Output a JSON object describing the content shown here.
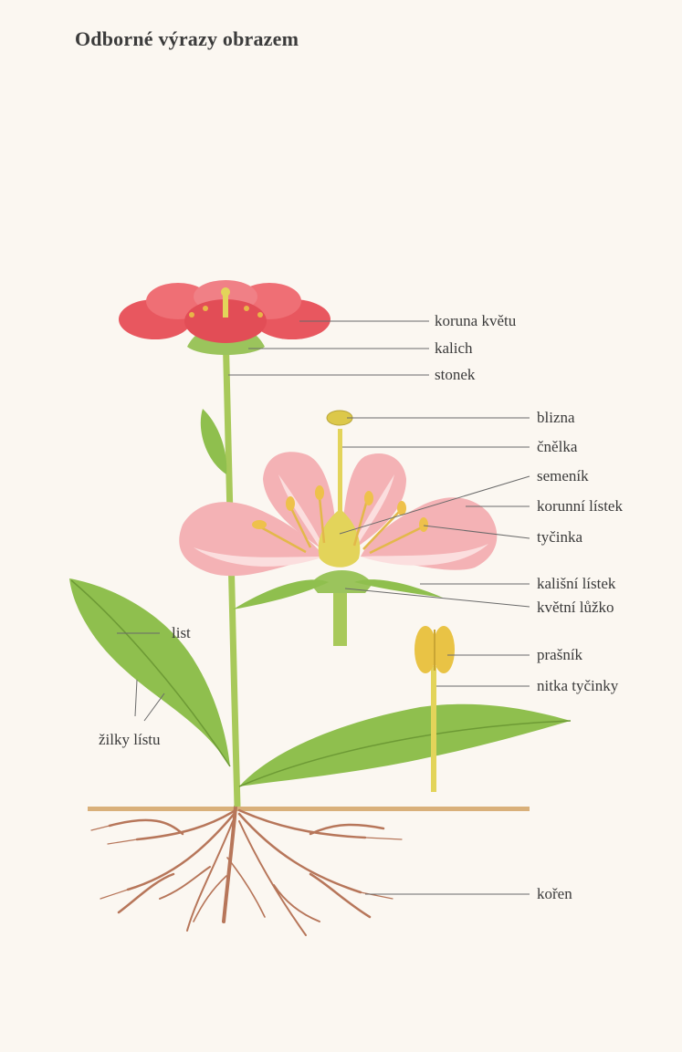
{
  "title": "Odborné výrazy obrazem",
  "labels": {
    "koruna": "koruna květu",
    "kalich": "kalich",
    "stonek": "stonek",
    "blizna": "blizna",
    "cnelka": "čnělka",
    "semenik": "semeník",
    "korunni_listek": "korunní lístek",
    "tycinka": "tyčinka",
    "kalisni_listek": "kališní lístek",
    "kvetni_luzko": "květní lůžko",
    "list": "list",
    "prasnik": "prašník",
    "nitka": "nitka tyčinky",
    "zilky": "žilky lístu",
    "koren": "kořen"
  },
  "colors": {
    "petal_red": "#e8575f",
    "petal_pink": "#f4b2b5",
    "leaf_green": "#8fbf4e",
    "stem_green": "#a8c95a",
    "pistil_yellow": "#e3d45a",
    "root_brown": "#b7765a",
    "soil": "#d9b07a"
  }
}
